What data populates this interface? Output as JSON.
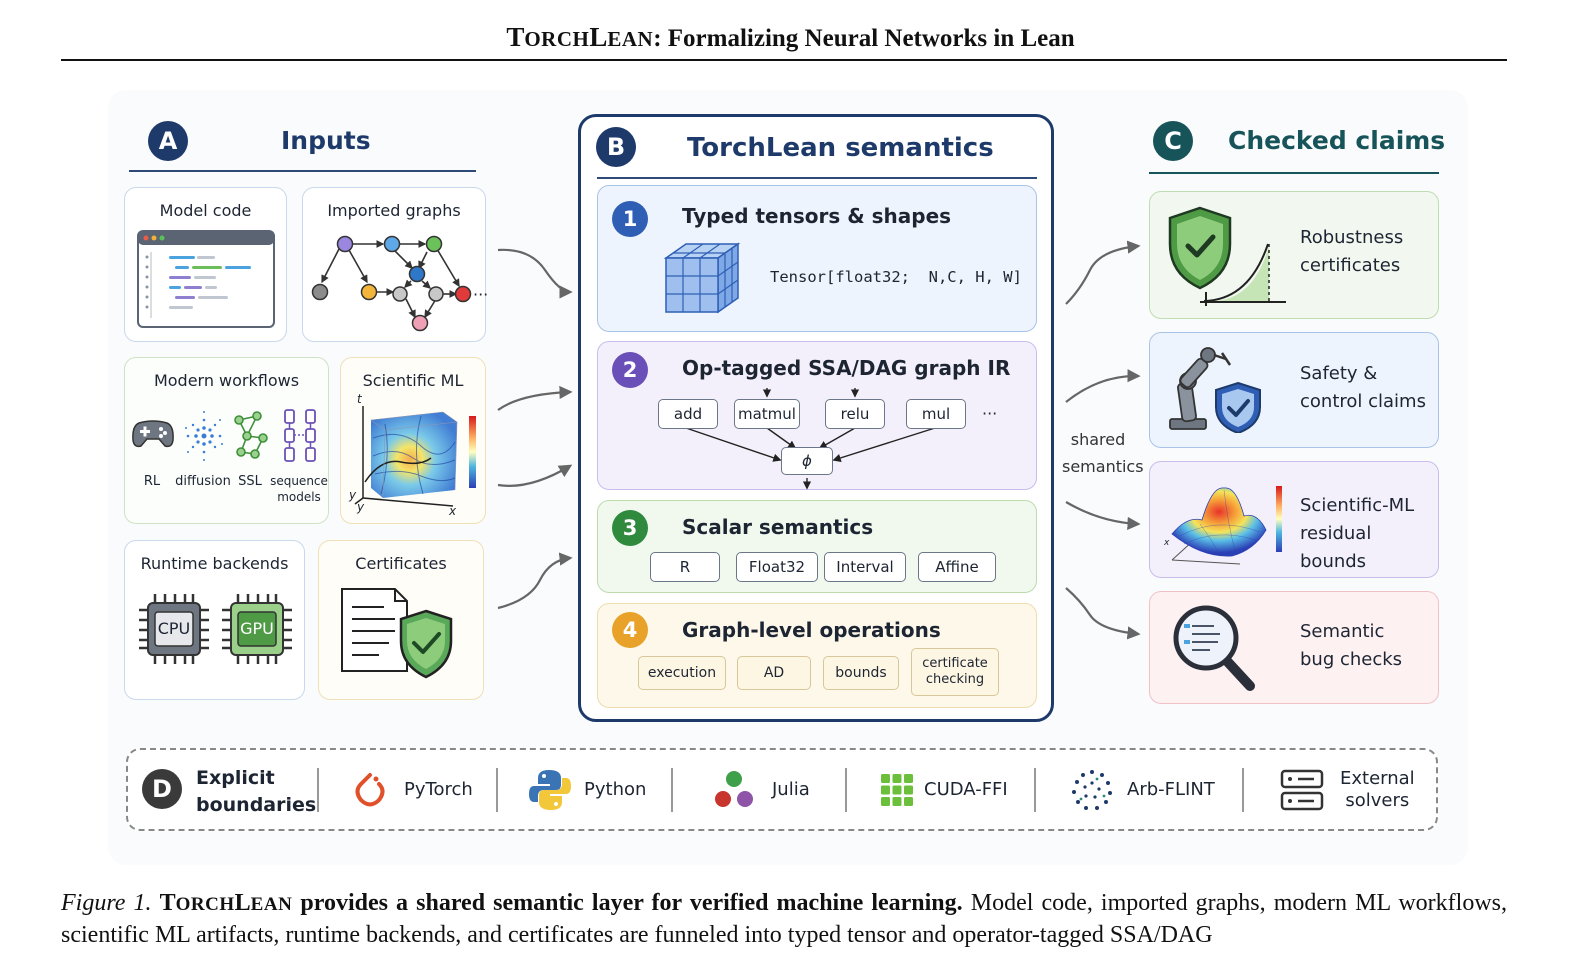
{
  "header": {
    "title_t": "T",
    "title_orch": "ORCH",
    "title_l": "L",
    "title_ean": "EAN",
    "title_rest": ": Formalizing Neural Networks in Lean"
  },
  "colors": {
    "navy": "#1e3a6b",
    "purple": "#6b4fb8",
    "green": "#2f8a3e",
    "orange": "#e8a22a",
    "teal": "#17545a",
    "dark": "#3a3a3a"
  },
  "panel_a": {
    "badge": "A",
    "title": "Inputs",
    "cards": {
      "model_code": "Model code",
      "imported_graphs": "Imported graphs",
      "modern_workflows": "Modern workflows",
      "scientific_ml": "Scientific ML",
      "runtime_backends": "Runtime backends",
      "certificates": "Certificates"
    },
    "workflow_labels": [
      "RL",
      "diffusion",
      "SSL",
      "sequence",
      "models"
    ],
    "axis_labels": {
      "t": "t",
      "y": "y",
      "x": "x"
    },
    "chips": {
      "cpu": "CPU",
      "gpu": "GPU"
    },
    "ellipsis": "···"
  },
  "panel_b": {
    "badge": "B",
    "title": "TorchLean semantics",
    "sections": [
      {
        "badge": "1",
        "title": "Typed tensors & shapes",
        "tensor_type": "Tensor[float32;  N,C, H, W]"
      },
      {
        "badge": "2",
        "title": "Op-tagged SSA/DAG graph IR",
        "ops": [
          "add",
          "matmul",
          "relu",
          "mul"
        ],
        "ellipsis": "···",
        "phi": "ϕ"
      },
      {
        "badge": "3",
        "title": "Scalar semantics",
        "scalars": [
          "R",
          "Float32",
          "Interval",
          "Affine"
        ]
      },
      {
        "badge": "4",
        "title": "Graph-level operations",
        "ops": [
          "execution",
          "AD",
          "bounds",
          "certificate",
          "checking"
        ]
      }
    ]
  },
  "shared": {
    "line1": "shared",
    "line2": "semantics"
  },
  "panel_c": {
    "badge": "C",
    "title": "Checked claims",
    "claims": [
      {
        "line1": "Robustness",
        "line2": "certificates"
      },
      {
        "line1": "Safety &",
        "line2": "control claims"
      },
      {
        "line1": "Scientific-ML",
        "line2": "residual bounds"
      },
      {
        "line1": "Semantic",
        "line2": "bug checks"
      }
    ],
    "axis_x": "x"
  },
  "panel_d": {
    "badge": "D",
    "title_line1": "Explicit",
    "title_line2": "boundaries",
    "items": [
      "PyTorch",
      "Python",
      "Julia",
      "CUDA-FFI",
      "Arb-FLINT"
    ],
    "external_line1": "External",
    "external_line2": "solvers"
  },
  "caption": {
    "label": "Figure 1.",
    "bold_t": "T",
    "bold_orch": "ORCH",
    "bold_l": "L",
    "bold_ean": "EAN",
    "bold_rest": " provides a shared semantic layer for verified machine learning.",
    "body": "Model code, imported graphs, modern ML workflows, scientific ML artifacts, runtime backends, and certificates are funneled into typed tensor and operator-tagged SSA/DAG"
  }
}
